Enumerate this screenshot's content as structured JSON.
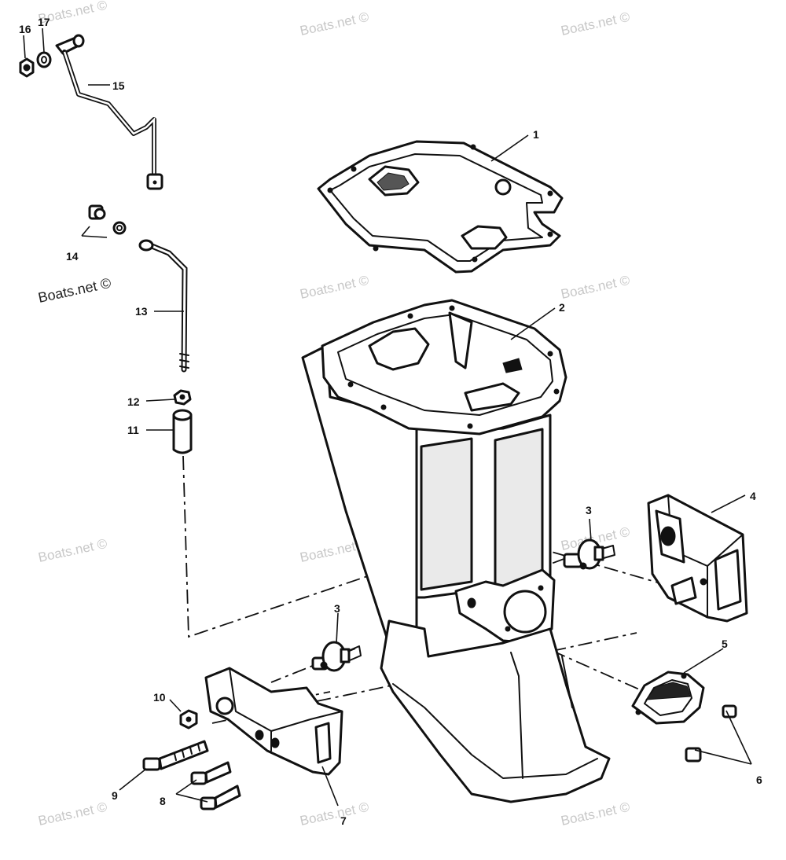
{
  "watermark": {
    "text": "Boats.net ©"
  },
  "callouts": [
    {
      "id": "1",
      "label": "1"
    },
    {
      "id": "2",
      "label": "2"
    },
    {
      "id": "3a",
      "label": "3"
    },
    {
      "id": "3b",
      "label": "3"
    },
    {
      "id": "4",
      "label": "4"
    },
    {
      "id": "5",
      "label": "5"
    },
    {
      "id": "6",
      "label": "6"
    },
    {
      "id": "7",
      "label": "7"
    },
    {
      "id": "8",
      "label": "8"
    },
    {
      "id": "9",
      "label": "9"
    },
    {
      "id": "10",
      "label": "10"
    },
    {
      "id": "11",
      "label": "11"
    },
    {
      "id": "12",
      "label": "12"
    },
    {
      "id": "13",
      "label": "13"
    },
    {
      "id": "14",
      "label": "14"
    },
    {
      "id": "15",
      "label": "15"
    },
    {
      "id": "16",
      "label": "16"
    },
    {
      "id": "17",
      "label": "17"
    }
  ]
}
